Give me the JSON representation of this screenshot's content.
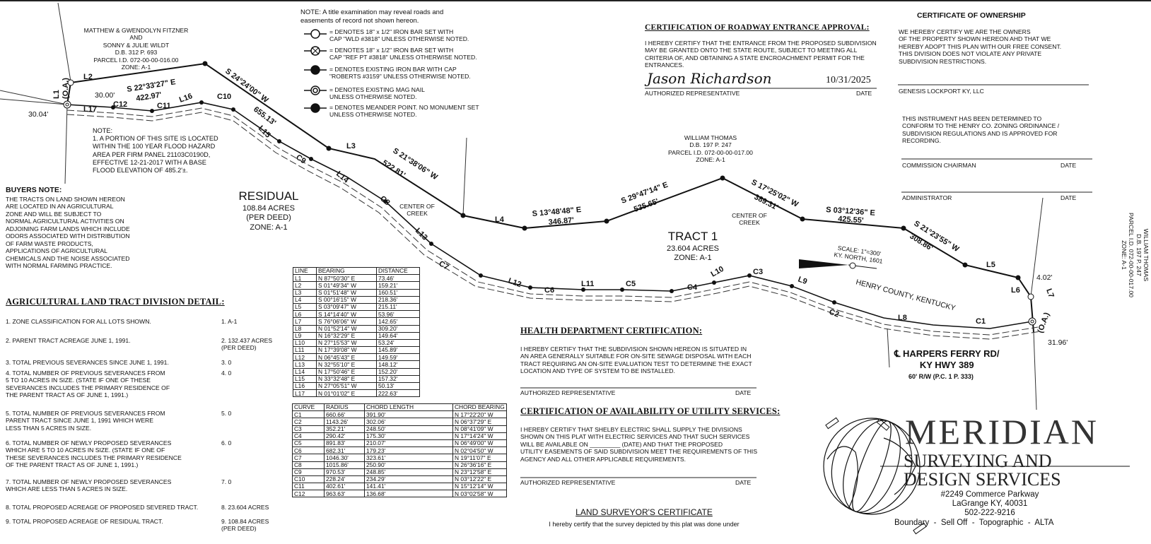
{
  "neighbors": {
    "north": "MATTHEW & GWENDOLYN FITZNER\nAND\nSONNY & JULIE WILDT\nD.B. 312 P. 693\nPARCEL I.D. 072-00-00-016.00\nZONE: A-1",
    "east": "WILLIAM THOMAS\nD.B. 197 P. 247\nPARCEL I.D. 072-00-00-017.00\nZONE: A-1",
    "far_east": "WILLIAM THOMAS\nD.B. 197 P. 247\nPARCEL I.D. 072-00-00-017.00\nZONE: A-1"
  },
  "flood_note": "NOTE:\n1. A PORTION OF THIS SITE IS LOCATED\nWITHIN THE 100 YEAR FLOOD HAZARD\nAREA PER FIRM PANEL 21103C0190D,\nEFFECTIVE 12-21-2017 WITH A BASE\nFLOOD ELEVATION OF 485.2'±.",
  "buyers_note": {
    "title": "BUYERS NOTE:",
    "body": "THE TRACTS ON LAND SHOWN HEREON\nARE LOCATED IN AN AGRICULTURAL\nZONE AND WILL BE SUBJECT TO\nNORMAL AGRICULTURAL ACTIVITIES ON\nADJOINING FARM LANDS WHICH INCLUDE\nODORS ASSOCIATED WITH DISTRIBUTION\nOF FARM WASTE PRODUCTS,\nAPPLICATIONS OF AGRICULTURAL\nCHEMICALS AND THE NOISE ASSOCIATED\nWITH NORMAL FARMING PRACTICE."
  },
  "residual": {
    "title": "RESIDUAL",
    "body": "108.84 ACRES\n(PER DEED)\nZONE: A-1"
  },
  "tract1": {
    "title": "TRACT 1",
    "body": "23.604 ACRES\nZONE: A-1"
  },
  "legend": {
    "note": "NOTE:  A title examination may reveal roads and\n          easements of record not shown hereon.",
    "items": [
      "= DENOTES 18\" x 1/2\" IRON BAR SET WITH\n   CAP \"WLD #3818\" UNLESS OTHERWISE NOTED.",
      "= DENOTES 18\" x 1/2\" IRON BAR SET WITH\n   CAP \"REF PT #3818\" UNLESS OTHERWISE NOTED.",
      "= DENOTES EXISTING IRON BAR WITH CAP\n   \"ROBERTS #3159\" UNLESS OTHERWISE NOTED.",
      "= DENOTES EXISTING MAG NAIL\n   UNLESS OTHERWISE NOTED.",
      "= DENOTES MEANDER POINT. NO MONUMENT SET\n   UNLESS OTHERWISE NOTED."
    ]
  },
  "roadway": {
    "title": "CERTIFICATION OF ROADWAY ENTRANCE APPROVAL:",
    "body": "I HEREBY CERTIFY THAT THE ENTRANCE FROM THE PROPOSED SUBDIVISION\nMAY BE GRANTED ONTO THE STATE ROUTE, SUBJECT TO MEETING ALL\nCRITERIA OF, AND OBTAINING A STATE ENCROACHMENT PERMIT FOR THE\nENTRANCES.",
    "signature": "Jason Richardson",
    "date_value": "10/31/2025",
    "rep": "AUTHORIZED REPRESENTATIVE",
    "date": "DATE"
  },
  "ownership": {
    "title": "CERTIFICATE OF OWNERSHIP",
    "body": "WE HEREBY CERTIFY WE ARE THE OWNERS\nOF THE PROPERTY SHOWN HEREON AHD THAT WE\nHEREBY ADOPT THIS PLAN WITH OUR FREE CONSENT.\nTHIS DIVISION DOES NOT VIOLATE ANY PRIVATE\nSUBDIVISION RESTRICTIONS.",
    "owner": "GENESIS LOCKPORT KY, LLC"
  },
  "zoning": {
    "body": "THIS INSTRUMENT HAS BEEN DETERMINED TO\nCONFORM TO THE HENRY CO. ZONING ORDINANCE /\nSUBDIVISION REGULATIONS AND IS APPROVED FOR\nRECORDING.",
    "chairman": "COMMISSION CHAIRMAN",
    "administrator": "ADMINISTRATOR",
    "date": "DATE"
  },
  "health": {
    "title": "HEALTH DEPARTMENT CERTIFICATION:",
    "body": "I HEREBY CERTIFY THAT THE SUBDIVISION SHOWN HEREON IS SITUATED IN\nAN AREA GENERALLY SUITABLE FOR ON-SITE SEWAGE DISPOSAL WITH EACH\nTRACT REQUIRING AN ON-SITE EVALUATION TEST TO DETERMINE THE EXACT\nLOCATION AND TYPE OF SYSTEM TO BE INSTALLED.",
    "rep": "AUTHORIZED REPRESENTATIVE",
    "date": "DATE"
  },
  "utility": {
    "title": "CERTIFICATION OF AVAILABILITY OF UTILITY SERVICES:",
    "body": "I HEREBY CERTIFY THAT SHELBY ELECTRIC SHALL SUPPLY THE DIVISIONS\nSHOWN ON THIS PLAT WITH ELECTRIC SERVICES AND THAT SUCH SERVICES\nWILL BE AVAILABLE ON _________ (DATE) AND THAT THE PROPOSED\nUTILITY EASEMENTS OF SAID SUBDIVISION MEET THE REQUIREMENTS OF THIS\nAGENCY AND ALL OTHER APPLICABLE REQUIREMENTS.",
    "rep": "AUTHORIZED REPRESENTATIVE",
    "date": "DATE"
  },
  "surveyor": {
    "title": "LAND SURVEYOR'S CERTIFICATE",
    "body": "I hereby certify that the survey depicted by this plat was done under"
  },
  "division": {
    "title": "AGRICULTURAL LAND TRACT DIVISION DETAIL:",
    "items": [
      {
        "q": "1. ZONE CLASSIFICATION FOR ALL LOTS SHOWN.",
        "a": "1. A-1"
      },
      {
        "q": "2. PARENT TRACT ACREAGE JUNE 1, 1991.",
        "a": "2. 132.437 ACRES\n    (PER DEED)"
      },
      {
        "q": "3. TOTAL PREVIOUS SEVERANCES SINCE JUNE 1, 1991.",
        "a": "3. 0"
      },
      {
        "q": "4. TOTAL NUMBER OF PREVIOUS SEVERANCES FROM\n5 TO 10 ACRES IN SIZE. (STATE IF ONE OF THESE\nSEVERANCES INCLUDES THE PRIMARY RESIDENCE OF\nTHE PARENT TRACT AS OF JUNE 1, 1991.)",
        "a": "4. 0"
      },
      {
        "q": "5. TOTAL NUMBER OF PREVIOUS SEVERANCES FROM\nPARENT TRACT SINCE JUNE 1, 1991 WHICH WERE\nLESS THAN 5 ACRES IN SIZE.",
        "a": "5. 0"
      },
      {
        "q": "6. TOTAL NUMBER OF NEWLY PROPOSED SEVERANCES\nWHICH ARE 5 TO 10 ACRES IN SIZE. (STATE IF ONE OF\nTHESE SEVERANCES INCLUDES THE PRIMARY RESIDENCE\nOF THE PARENT TRACT AS OF JUNE 1, 1991.)",
        "a": "6. 0"
      },
      {
        "q": "7. TOTAL NUMBER OF NEWLY PROPOSED SEVERANCES\nWHICH ARE LESS THAN 5 ACRES IN SIZE.",
        "a": "7. 0"
      },
      {
        "q": "8. TOTAL PROPOSED ACREAGE OF PROPOSED SEVERED TRACT.",
        "a": "8. 23.604 ACRES"
      },
      {
        "q": "9. TOTAL PROPOSED ACREAGE OF RESIDUAL TRACT.",
        "a": "9. 108.84 ACRES\n    (PER DEED)"
      }
    ]
  },
  "line_table": {
    "headers": [
      "LINE",
      "BEARING",
      "DISTANCE"
    ],
    "rows": [
      [
        "L1",
        "N 87°50'30\" E",
        "73.46'"
      ],
      [
        "L2",
        "S 01°49'34\" W",
        "159.21'"
      ],
      [
        "L3",
        "S 01°51'48\" W",
        "160.51'"
      ],
      [
        "L4",
        "S 00°16'15\" W",
        "218.36'"
      ],
      [
        "L5",
        "S 03°09'47\" W",
        "215.11'"
      ],
      [
        "L6",
        "S 14°14'40\" W",
        "53.96'"
      ],
      [
        "L7",
        "S 76°06'06\" W",
        "142.65'"
      ],
      [
        "L8",
        "N 01°52'14\" W",
        "309.20'"
      ],
      [
        "L9",
        "N 16°32'29\" E",
        "149.64'"
      ],
      [
        "L10",
        "N 27°15'53\" W",
        "53.24'"
      ],
      [
        "L11",
        "N 17°39'08\" W",
        "145.89'"
      ],
      [
        "L12",
        "N 06°45'43\" E",
        "149.59'"
      ],
      [
        "L13",
        "N 32°55'10\" E",
        "148.12'"
      ],
      [
        "L14",
        "N 17°50'46\" E",
        "152.20'"
      ],
      [
        "L15",
        "N 33°32'48\" E",
        "157.32'"
      ],
      [
        "L16",
        "N 27°05'51\" W",
        "50.13'"
      ],
      [
        "L17",
        "N 01°01'02\" E",
        "222.63'"
      ]
    ]
  },
  "curve_table": {
    "headers": [
      "CURVE",
      "RADIUS",
      "CHORD  LENGTH",
      "CHORD  BEARING"
    ],
    "rows": [
      [
        "C1",
        "660.66'",
        "391.90'",
        "N 17°22'20\" W"
      ],
      [
        "C2",
        "1143.26'",
        "302.06'",
        "N 06°37'29\" E"
      ],
      [
        "C3",
        "352.21'",
        "248.50'",
        "N 08°41'09\" W"
      ],
      [
        "C4",
        "290.42'",
        "175.30'",
        "N 17°14'24\" W"
      ],
      [
        "C5",
        "891.83'",
        "210.07'",
        "N 06°49'00\" W"
      ],
      [
        "C6",
        "682.31'",
        "179.23'",
        "N 02°04'50\" W"
      ],
      [
        "C7",
        "1046.30'",
        "323.61'",
        "N 19°11'07\" E"
      ],
      [
        "C8",
        "1015.86'",
        "250.90'",
        "N 26°36'16\" E"
      ],
      [
        "C9",
        "970.53'",
        "248.85'",
        "N 23°12'58\" E"
      ],
      [
        "C10",
        "228.24'",
        "234.29'",
        "N 03°12'22\" E"
      ],
      [
        "C11",
        "402.61'",
        "141.41'",
        "N 15°12'14\" W"
      ],
      [
        "C12",
        "963.63'",
        "136.68'",
        "N 03°02'58\" W"
      ]
    ]
  },
  "bearings": {
    "b1": "S 22°33'27\" E",
    "d1": "422.97'",
    "b2": "S 24°24'00\" W",
    "d2": "655.13'",
    "b3": "S 21°38'06\" W",
    "d3": "522.81'",
    "b4": "S 13°48'48\" E",
    "d4": "346.87'",
    "b5": "S 29°47'14\" E",
    "d5": "535.65'",
    "b6": "S 17°25'02\" W",
    "d6": "389.31'",
    "b7": "S 03°12'36\" E",
    "d7": "425.55'",
    "b8": "S 21°23'55\" W",
    "d8": "308.86'"
  },
  "map_labels": {
    "creek": "CENTER OF\nCREEK",
    "scale": "SCALE: 1\"=300'\nKY. NORTH, 1601",
    "county": "HENRY COUNTY, KENTUCKY",
    "road": "℄ HARPERS FERRY RD/\nKY HWY 389",
    "row": "60' R/W (P.C. 1 P. 333)",
    "d30a": "30.00'",
    "d30b": "30.04'",
    "d402": "4.02'",
    "d3196": "31.96'",
    "oa": "(O.A.)",
    "segs": [
      "L1",
      "L2",
      "L3",
      "L4",
      "L5",
      "L6",
      "L7",
      "L8",
      "L9",
      "L10",
      "L11",
      "L12",
      "L13",
      "L14",
      "L15",
      "L16",
      "L17",
      "C1",
      "C2",
      "C3",
      "C4",
      "C5",
      "C6",
      "C7",
      "C8",
      "C9",
      "C10",
      "C11",
      "C12"
    ]
  },
  "company": {
    "name": "MERIDIAN",
    "sub1": "SURVEYING AND",
    "sub2": "DESIGN SERVICES",
    "address": "#2249 Commerce Parkway",
    "city": "LaGrange KY, 40031",
    "phone": "502-222-9216",
    "services": "Boundary  -  Sell Off  -  Topographic  -  ALTA"
  }
}
